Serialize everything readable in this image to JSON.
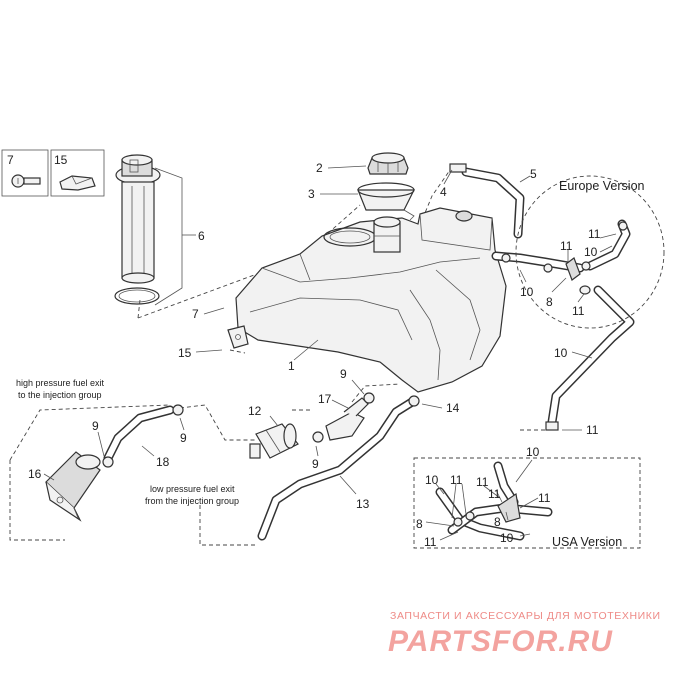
{
  "callouts": {
    "n1": "1",
    "n2": "2",
    "n3": "3",
    "n4": "4",
    "n5": "5",
    "n6": "6",
    "n7": "7",
    "n7b": "7",
    "n8": "8",
    "n9": "9",
    "n10": "10",
    "n11": "11",
    "n12": "12",
    "n13": "13",
    "n14": "14",
    "n15": "15",
    "n15b": "15",
    "n16": "16",
    "n17": "17",
    "n18": "18"
  },
  "labels": {
    "europe_version": "Europe Version",
    "usa_version": "USA Version",
    "high_pressure_1": "high pressure fuel exit",
    "high_pressure_2": "to the injection group",
    "low_pressure_1": "low pressure fuel exit",
    "low_pressure_2": "from the injection group"
  },
  "watermark": {
    "tagline": "ЗАПЧАСТИ И АКСЕССУАРЫ ДЛЯ МОТОТЕХНИКИ",
    "brand": "PARTSFOR.RU"
  }
}
